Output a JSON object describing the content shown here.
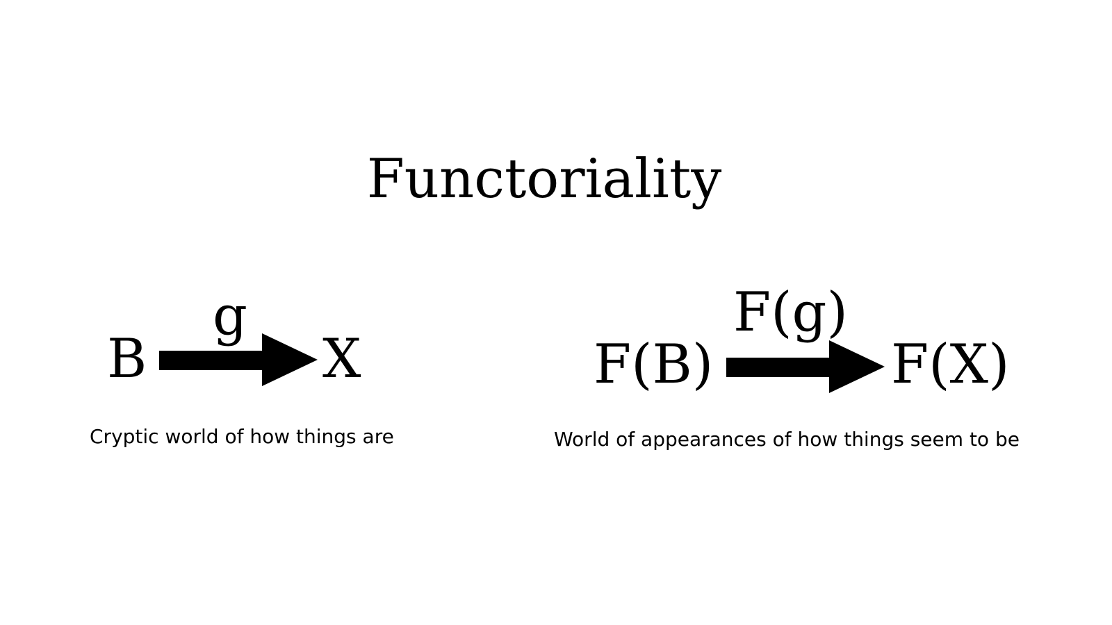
{
  "title": "Functoriality",
  "left_diagram": {
    "source": "B",
    "morphism": "g",
    "target": "X",
    "caption": "Cryptic world of how things are"
  },
  "right_diagram": {
    "source": "F(B)",
    "morphism": "F(g)",
    "target": "F(X)",
    "caption": "World of appearances of how things seem to be"
  },
  "colors": {
    "background": "#ffffff",
    "ink": "#000000"
  }
}
